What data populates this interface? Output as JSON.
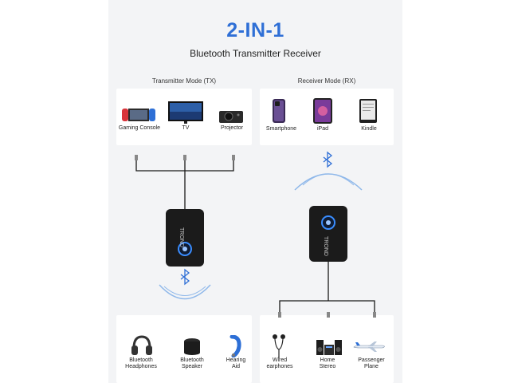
{
  "header": {
    "title": "2-IN-1",
    "subtitle": "Bluetooth Transmitter Receiver"
  },
  "tx": {
    "heading": "Transmitter Mode (TX)",
    "sources": [
      {
        "label": "Gaming Console",
        "icon": "game-console-icon"
      },
      {
        "label": "TV",
        "icon": "tv-icon"
      },
      {
        "label": "Projector",
        "icon": "projector-icon"
      }
    ],
    "outputs": [
      {
        "label_1": "Bluetooth",
        "label_2": "Headphones",
        "icon": "headphones-icon"
      },
      {
        "label_1": "Bluetooth",
        "label_2": "Speaker",
        "icon": "speaker-icon"
      },
      {
        "label_1": "Hearing",
        "label_2": "Aid",
        "icon": "hearing-aid-icon"
      }
    ]
  },
  "rx": {
    "heading": "Receiver Mode (RX)",
    "sources": [
      {
        "label": "Smartphone",
        "icon": "smartphone-icon"
      },
      {
        "label": "iPad",
        "icon": "tablet-icon"
      },
      {
        "label": "Kindle",
        "icon": "ereader-icon"
      }
    ],
    "outputs": [
      {
        "label_1": "Wired",
        "label_2": "earphones",
        "icon": "earphones-icon"
      },
      {
        "label_1": "Home",
        "label_2": "Stereo",
        "icon": "stereo-icon"
      },
      {
        "label_1": "Passenger",
        "label_2": "Plane",
        "icon": "airplane-icon"
      }
    ]
  },
  "device": {
    "brand": "TROND"
  },
  "colors": {
    "accent": "#2f6fd6",
    "wave": "#8fb8ea",
    "device": "#1b1b1b",
    "led": "#3a8dff"
  }
}
